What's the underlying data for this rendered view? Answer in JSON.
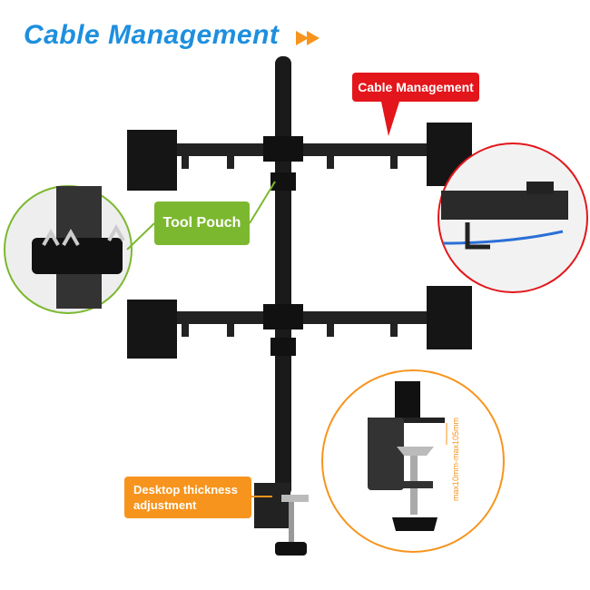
{
  "header": {
    "title": "Cable Management",
    "arrow_icon": "double-arrow-right-icon",
    "arrow_color": "#f7941d",
    "title_color": "#1e8fde"
  },
  "callouts": {
    "cable_management": "Cable Management",
    "tool_pouch": "Tool Pouch",
    "desktop_thickness_line1": "Desktop thickness",
    "desktop_thickness_line2": "adjustment",
    "clamp_range": "max10mm-max105mm"
  },
  "colors": {
    "red": "#e3161b",
    "green": "#7cb82f",
    "orange": "#f7941d",
    "cable": "#2b6fd6"
  }
}
